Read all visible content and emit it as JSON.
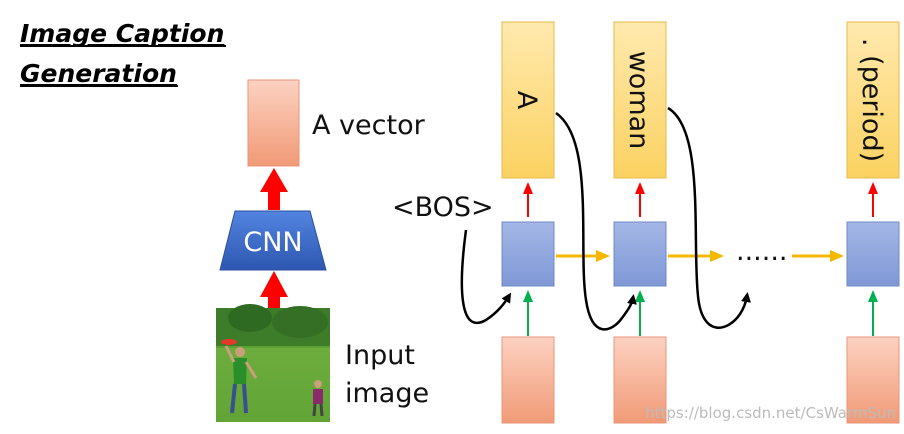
{
  "title": {
    "line1": "Image Caption",
    "line2": "Generation"
  },
  "labels": {
    "vector": "A vector",
    "cnn": "CNN",
    "input_line1": "Input",
    "input_line2": "image",
    "bos": "<BOS>",
    "ellipsis": "......"
  },
  "output_words": [
    "A",
    "woman",
    ". (period)"
  ],
  "watermark": "https://blog.csdn.net/CsWarmSun",
  "colors": {
    "vector_box": "#f4a888",
    "output_box": "#ffd86f",
    "rnn_cell": "#8fa6dc",
    "cnn": "#3a68c4",
    "red_arrow": "#ff0000",
    "green_arrow": "#00b050",
    "yellow_arrow": "#f5b800",
    "curve": "#000000"
  },
  "image_icon": "photo-of-woman-and-child-with-frisbee-on-grass"
}
